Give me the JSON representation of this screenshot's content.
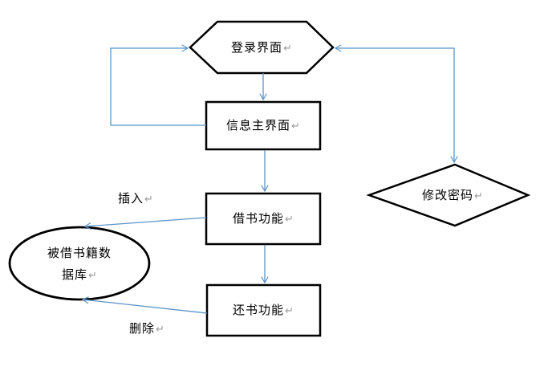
{
  "diagram": {
    "type": "flowchart",
    "background": "#ffffff",
    "connector_color": "#5b94c8",
    "shape_border_color": "#000000",
    "shape_fill_color": "#ffffff",
    "return_mark": "↵",
    "nodes": {
      "login": {
        "label": "登录界面",
        "shape": "hexagon"
      },
      "main_ui": {
        "label": "信息主界面",
        "shape": "rectangle"
      },
      "borrow": {
        "label": "借书功能",
        "shape": "rectangle"
      },
      "return_book": {
        "label": "还书功能",
        "shape": "rectangle"
      },
      "database": {
        "label": "被借书籍数据库",
        "shape": "ellipse"
      },
      "change_password": {
        "label": "修改密码",
        "shape": "diamond"
      }
    },
    "edge_labels": {
      "insert": "插入",
      "delete": "删除"
    },
    "edges": [
      "login -> main_ui",
      "main_ui -> login (feedback loop)",
      "login <-> change_password",
      "main_ui -> borrow",
      "borrow -> return_book",
      "borrow -> database (插入)",
      "return_book -> database (删除)"
    ]
  }
}
